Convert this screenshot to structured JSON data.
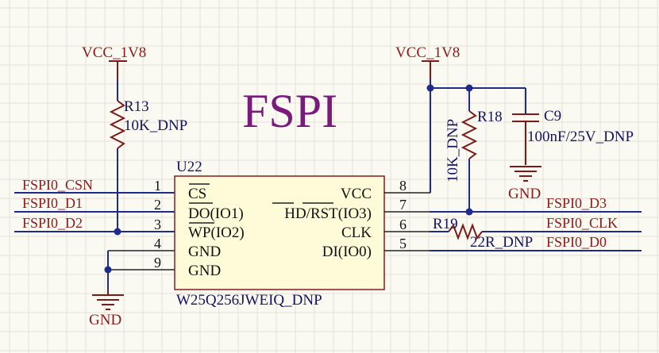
{
  "title": "FSPI",
  "power": {
    "vcc_left": "VCC_1V8",
    "vcc_right": "VCC_1V8",
    "gnd_left": "GND",
    "gnd_right": "GND"
  },
  "u22": {
    "ref": "U22",
    "part": "W25Q256JWEIQ_DNP",
    "left_pins": [
      {
        "num": "1",
        "name": "CS"
      },
      {
        "num": "2",
        "name": "DO(IO1)"
      },
      {
        "num": "3",
        "name": "WP(IO2)"
      },
      {
        "num": "4",
        "name": "GND"
      },
      {
        "num": "9",
        "name": "GND"
      }
    ],
    "right_pins": [
      {
        "num": "8",
        "name": "VCC"
      },
      {
        "num": "7",
        "name": "HD/RST(IO3)"
      },
      {
        "num": "6",
        "name": "CLK"
      },
      {
        "num": "5",
        "name": "DI(IO0)"
      }
    ]
  },
  "r13": {
    "ref": "R13",
    "value": "10K_DNP"
  },
  "r18": {
    "ref": "R18",
    "value": "10K_DNP"
  },
  "c9": {
    "ref": "C9",
    "value": "100nF/25V_DNP"
  },
  "r19": {
    "ref": "R19",
    "value": "22R_DNP"
  },
  "nets": {
    "left": [
      "FSPI0_CSN",
      "FSPI0_D1",
      "FSPI0_D2"
    ],
    "right": [
      "FSPI0_D3",
      "FSPI0_CLK",
      "FSPI0_D0"
    ]
  }
}
